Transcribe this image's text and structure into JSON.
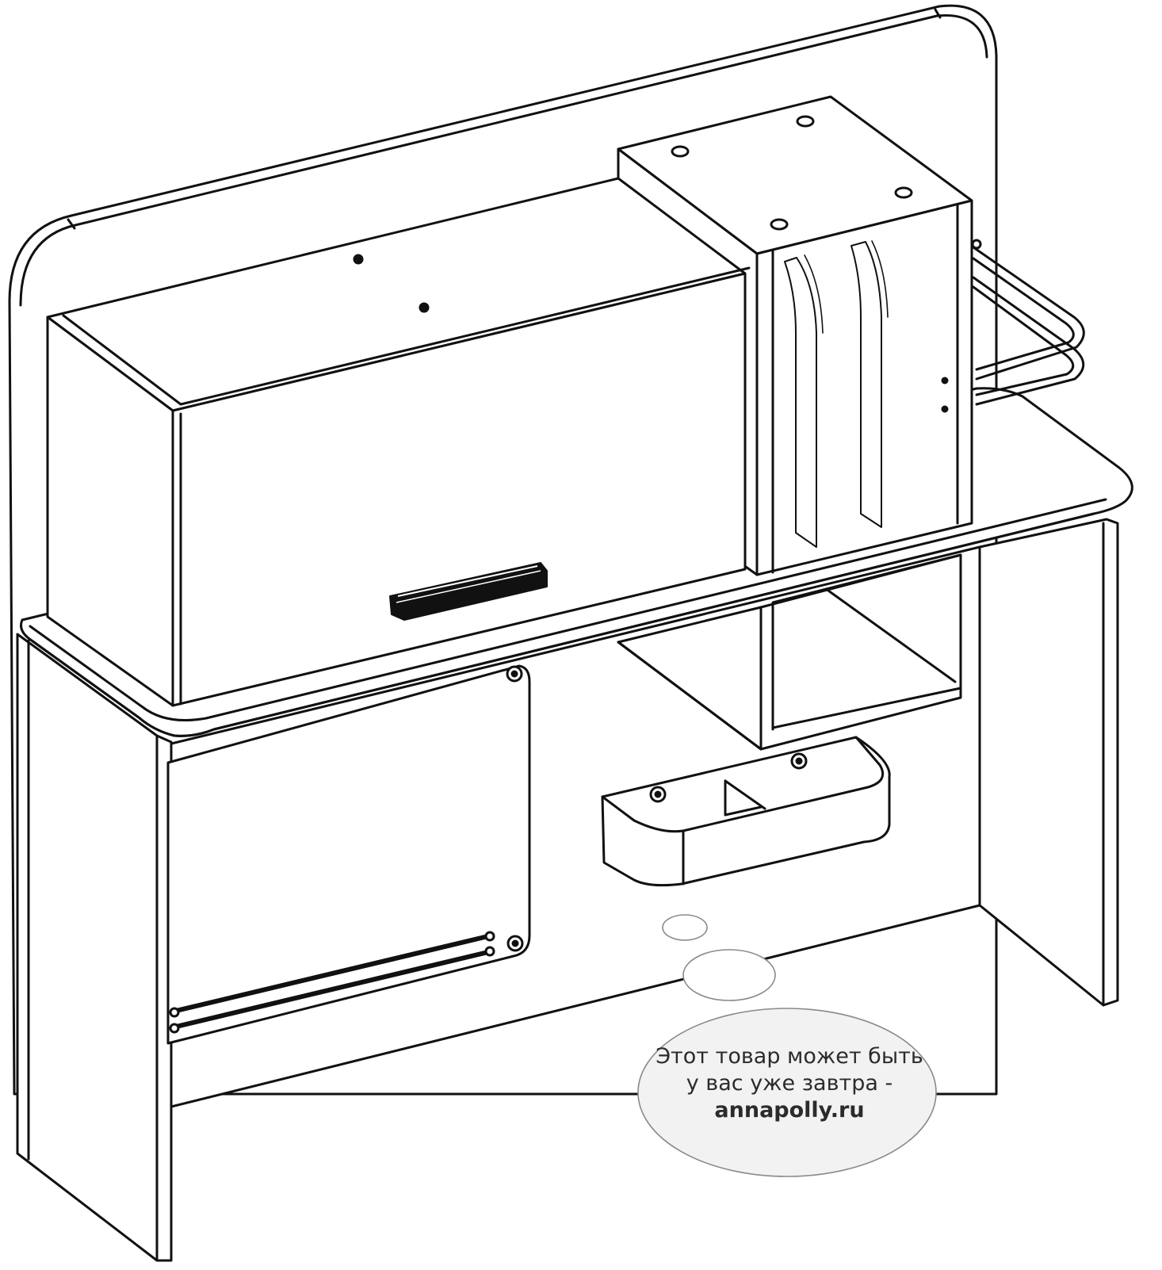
{
  "promo": {
    "line1": "Этот товар может быть",
    "line2": "у вас уже завтра -",
    "site": "annapolly.ru"
  },
  "colors": {
    "line": "#111111",
    "fill": "#ffffff",
    "bubble_outline": "#8a8a8a",
    "bubble_fill": "#f2f2f2"
  }
}
